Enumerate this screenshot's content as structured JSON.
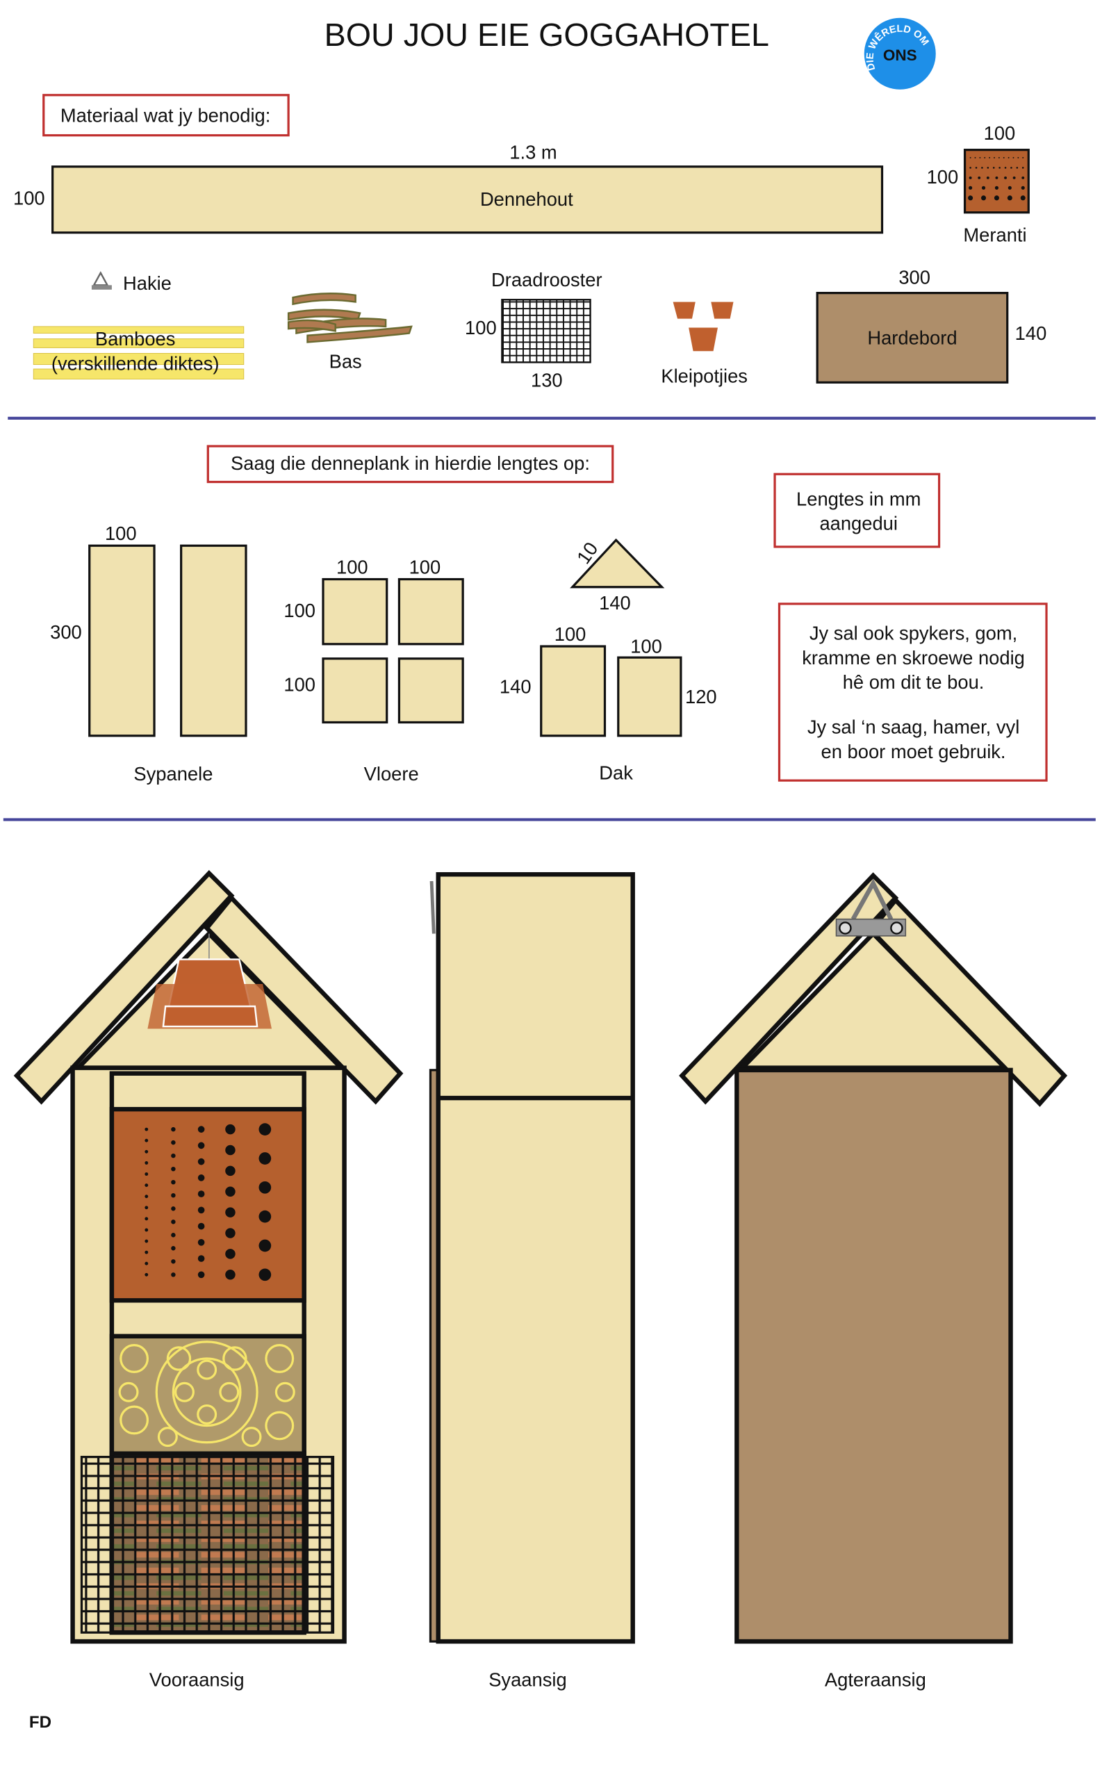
{
  "title": "BOU JOU EIE  GOGGAHOTEL",
  "logo": {
    "text_ring": "DIE WÊRELD OM",
    "center": "ONS"
  },
  "materials": {
    "heading": "Materiaal wat jy benodig:",
    "dennehout": {
      "label": "Dennehout",
      "length": "1.3 m",
      "width": "100"
    },
    "meranti": {
      "label": "Meranti",
      "top": "100",
      "side": "100"
    },
    "hakie": {
      "label": "Hakie"
    },
    "bamboes": {
      "label": "Bamboes",
      "sub": "(verskillende diktes)"
    },
    "bas": {
      "label": "Bas"
    },
    "draadrooster": {
      "label": "Draadrooster",
      "side": "100",
      "bottom": "130"
    },
    "kleipotjies": {
      "label": "Kleipotjies"
    },
    "hardebord": {
      "label": "Hardebord",
      "top": "300",
      "side": "140"
    }
  },
  "cutting": {
    "heading": "Saag die denneplank in hierdie lengtes op:",
    "units_note": [
      "Lengtes in mm",
      "aangedui"
    ],
    "sypanele": {
      "label": "Sypanele",
      "width": "100",
      "height": "300"
    },
    "vloere": {
      "label": "Vloere",
      "w1": "100",
      "w2": "100",
      "h1": "100",
      "h2": "100"
    },
    "dak": {
      "label": "Dak",
      "angle": "10",
      "base": "140",
      "w1": "100",
      "w2": "100",
      "h1": "140",
      "h2": "120"
    },
    "tools_note": [
      "Jy sal ook spykers, gom,",
      "kramme en skroewe nodig",
      "hê om dit te bou.",
      "Jy sal ‘n saag, hamer, vyl",
      "en boor moet gebruik."
    ]
  },
  "views": {
    "front": "Vooraansig",
    "side": "Syaansig",
    "back": "Agteraansig"
  },
  "signature": "FD",
  "colors": {
    "pine": "#f0e2b0",
    "hardboard": "#ae8e6a",
    "meranti": "#b5602e",
    "red_box": "#c0302f",
    "divider": "#45459a",
    "logo": "#1e8fe8"
  }
}
